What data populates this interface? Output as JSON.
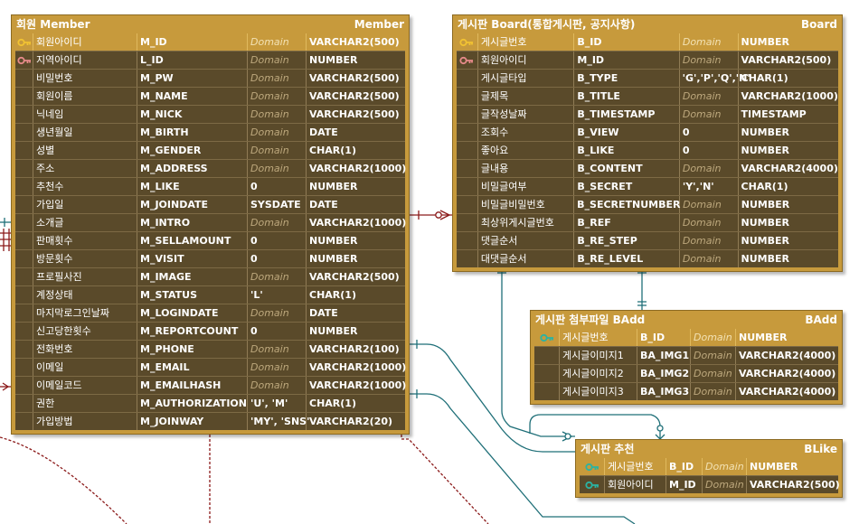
{
  "colors": {
    "table_fill": "#c79a3c",
    "row_fill": "#5a4a2a",
    "pk_key": "#f1c232",
    "fk_key": "#e68a8a",
    "pfk_key": "#2bb3a3",
    "link_dark": "#1f6f78",
    "link_red": "#8b1a1a"
  },
  "member": {
    "title": "회원 Member",
    "name": "Member",
    "rows": [
      {
        "key": "pk",
        "logical": "회원아이디",
        "physical": "M_ID",
        "domain": "Domain",
        "type": "VARCHAR2(500)"
      },
      {
        "key": "fk",
        "logical": "지역아이디",
        "physical": "L_ID",
        "domain": "Domain",
        "type": "NUMBER"
      },
      {
        "key": "",
        "logical": "비밀번호",
        "physical": "M_PW",
        "domain": "Domain",
        "type": "VARCHAR2(500)"
      },
      {
        "key": "",
        "logical": "회원이름",
        "physical": "M_NAME",
        "domain": "Domain",
        "type": "VARCHAR2(500)"
      },
      {
        "key": "",
        "logical": "닉네임",
        "physical": "M_NICK",
        "domain": "Domain",
        "type": "VARCHAR2(500)"
      },
      {
        "key": "",
        "logical": "생년월일",
        "physical": "M_BIRTH",
        "domain": "Domain",
        "type": "DATE"
      },
      {
        "key": "",
        "logical": "성별",
        "physical": "M_GENDER",
        "domain": "Domain",
        "type": "CHAR(1)"
      },
      {
        "key": "",
        "logical": "주소",
        "physical": "M_ADDRESS",
        "domain": "Domain",
        "type": "VARCHAR2(1000)"
      },
      {
        "key": "",
        "logical": "추천수",
        "physical": "M_LIKE",
        "domain": "0",
        "type": "NUMBER"
      },
      {
        "key": "",
        "logical": "가입일",
        "physical": "M_JOINDATE",
        "domain": "SYSDATE",
        "type": "DATE"
      },
      {
        "key": "",
        "logical": "소개글",
        "physical": "M_INTRO",
        "domain": "Domain",
        "type": "VARCHAR2(1000)"
      },
      {
        "key": "",
        "logical": "판매횟수",
        "physical": "M_SELLAMOUNT",
        "domain": "0",
        "type": "NUMBER"
      },
      {
        "key": "",
        "logical": "방문횟수",
        "physical": "M_VISIT",
        "domain": "0",
        "type": "NUMBER"
      },
      {
        "key": "",
        "logical": "프로필사진",
        "physical": "M_IMAGE",
        "domain": "Domain",
        "type": "VARCHAR2(500)"
      },
      {
        "key": "",
        "logical": "계정상태",
        "physical": "M_STATUS",
        "domain": "'L'",
        "type": "CHAR(1)"
      },
      {
        "key": "",
        "logical": "마지막로그인날짜",
        "physical": "M_LOGINDATE",
        "domain": "Domain",
        "type": "DATE"
      },
      {
        "key": "",
        "logical": "신고당한횟수",
        "physical": "M_REPORTCOUNT",
        "domain": "0",
        "type": "NUMBER"
      },
      {
        "key": "",
        "logical": "전화번호",
        "physical": "M_PHONE",
        "domain": "Domain",
        "type": "VARCHAR2(100)"
      },
      {
        "key": "",
        "logical": "이메일",
        "physical": "M_EMAIL",
        "domain": "Domain",
        "type": "VARCHAR2(1000)"
      },
      {
        "key": "",
        "logical": "이메일코드",
        "physical": "M_EMAILHASH",
        "domain": "Domain",
        "type": "VARCHAR2(1000)"
      },
      {
        "key": "",
        "logical": "권한",
        "physical": "M_AUTHORIZATION",
        "domain": "'U', 'M'",
        "type": "CHAR(1)"
      },
      {
        "key": "",
        "logical": "가입방법",
        "physical": "M_JOINWAY",
        "domain": "'MY', 'SNS'",
        "type": "VARCHAR2(20)"
      }
    ]
  },
  "board": {
    "title": "게시판 Board(통합게시판, 공지사항)",
    "name": "Board",
    "rows": [
      {
        "key": "pk",
        "logical": "게시글번호",
        "physical": "B_ID",
        "domain": "Domain",
        "type": "NUMBER"
      },
      {
        "key": "fk",
        "logical": "회원아이디",
        "physical": "M_ID",
        "domain": "Domain",
        "type": "VARCHAR2(500)"
      },
      {
        "key": "",
        "logical": "게시글타입",
        "physical": "B_TYPE",
        "domain": "'G','P','Q','N'",
        "type": "CHAR(1)"
      },
      {
        "key": "",
        "logical": "글제목",
        "physical": "B_TITLE",
        "domain": "Domain",
        "type": "VARCHAR2(1000)"
      },
      {
        "key": "",
        "logical": "글작성날짜",
        "physical": "B_TIMESTAMP",
        "domain": "Domain",
        "type": "TIMESTAMP"
      },
      {
        "key": "",
        "logical": "조회수",
        "physical": "B_VIEW",
        "domain": "0",
        "type": "NUMBER"
      },
      {
        "key": "",
        "logical": "좋아요",
        "physical": "B_LIKE",
        "domain": "0",
        "type": "NUMBER"
      },
      {
        "key": "",
        "logical": "글내용",
        "physical": "B_CONTENT",
        "domain": "Domain",
        "type": "VARCHAR2(4000)"
      },
      {
        "key": "",
        "logical": "비밀글여부",
        "physical": "B_SECRET",
        "domain": "'Y','N'",
        "type": "CHAR(1)"
      },
      {
        "key": "",
        "logical": "비밀글비밀번호",
        "physical": "B_SECRETNUMBER",
        "domain": "Domain",
        "type": "NUMBER"
      },
      {
        "key": "",
        "logical": "최상위게시글번호",
        "physical": "B_REF",
        "domain": "Domain",
        "type": "NUMBER"
      },
      {
        "key": "",
        "logical": "댓글순서",
        "physical": "B_RE_STEP",
        "domain": "Domain",
        "type": "NUMBER"
      },
      {
        "key": "",
        "logical": "대댓글순서",
        "physical": "B_RE_LEVEL",
        "domain": "Domain",
        "type": "NUMBER"
      }
    ]
  },
  "badd": {
    "title": "게시판 첨부파일 BAdd",
    "name": "BAdd",
    "rows": [
      {
        "key": "pfk",
        "logical": "게시글번호",
        "physical": "B_ID",
        "domain": "Domain",
        "type": "NUMBER"
      },
      {
        "key": "",
        "logical": "게시글이미지1",
        "physical": "BA_IMG1",
        "domain": "Domain",
        "type": "VARCHAR2(4000)"
      },
      {
        "key": "",
        "logical": "게시글이미지2",
        "physical": "BA_IMG2",
        "domain": "Domain",
        "type": "VARCHAR2(4000)"
      },
      {
        "key": "",
        "logical": "게시글이미지3",
        "physical": "BA_IMG3",
        "domain": "Domain",
        "type": "VARCHAR2(4000)"
      }
    ]
  },
  "blike": {
    "title": "게시판 추천",
    "name": "BLike",
    "rows": [
      {
        "key": "pfk",
        "logical": "게시글번호",
        "physical": "B_ID",
        "domain": "Domain",
        "type": "NUMBER"
      },
      {
        "key": "pfk",
        "logical": "회원아이디",
        "physical": "M_ID",
        "domain": "Domain",
        "type": "VARCHAR2(500)"
      }
    ]
  }
}
